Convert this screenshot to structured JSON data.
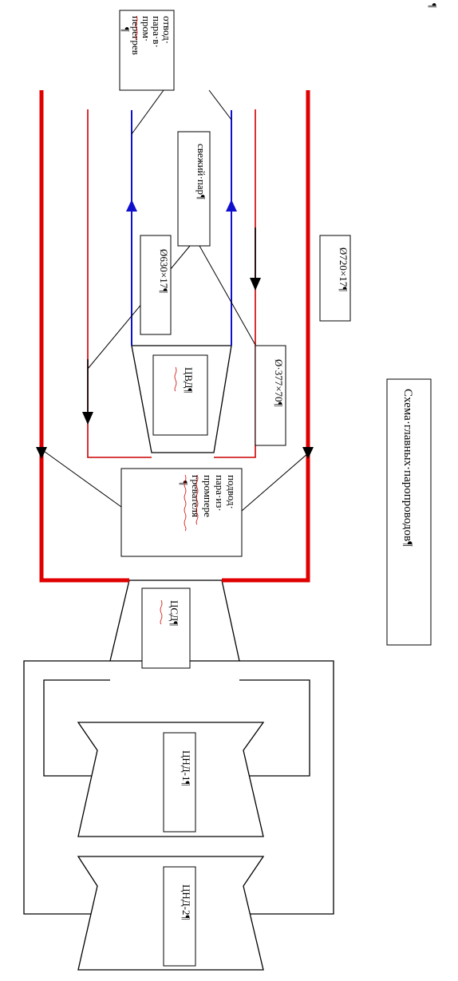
{
  "title": "Схема·главных·паропроводов¶",
  "pilcrow_mark": "¶",
  "colors": {
    "hot_reheat": "#e00000",
    "cold_line": "#cc0000",
    "fresh_steam": "#1010cc",
    "outline": "#000000",
    "spellcheck_underline": "#d00000"
  },
  "labels": {
    "otvod": [
      "отвод·",
      "пара·в·",
      "пром·",
      "перегрев",
      "¶"
    ],
    "podvod": [
      "подвод·",
      "пара·из·",
      "промпере",
      "гревателя",
      "¶"
    ],
    "svezhiy": "свежий·пар¶",
    "d630": "Ø630×17¶",
    "d720": "Ø720×17¶",
    "d377": "Ø·377×70¶",
    "cvd": "ЦВД¶",
    "csd": "ЦСД¶",
    "cnd1": "ЦНД-1¶",
    "cnd2": "ЦНД-2¶"
  },
  "spellcheck_marked": [
    "пром·",
    "промпере",
    "гревателя",
    "ЦВД¶",
    "ЦСД¶"
  ]
}
